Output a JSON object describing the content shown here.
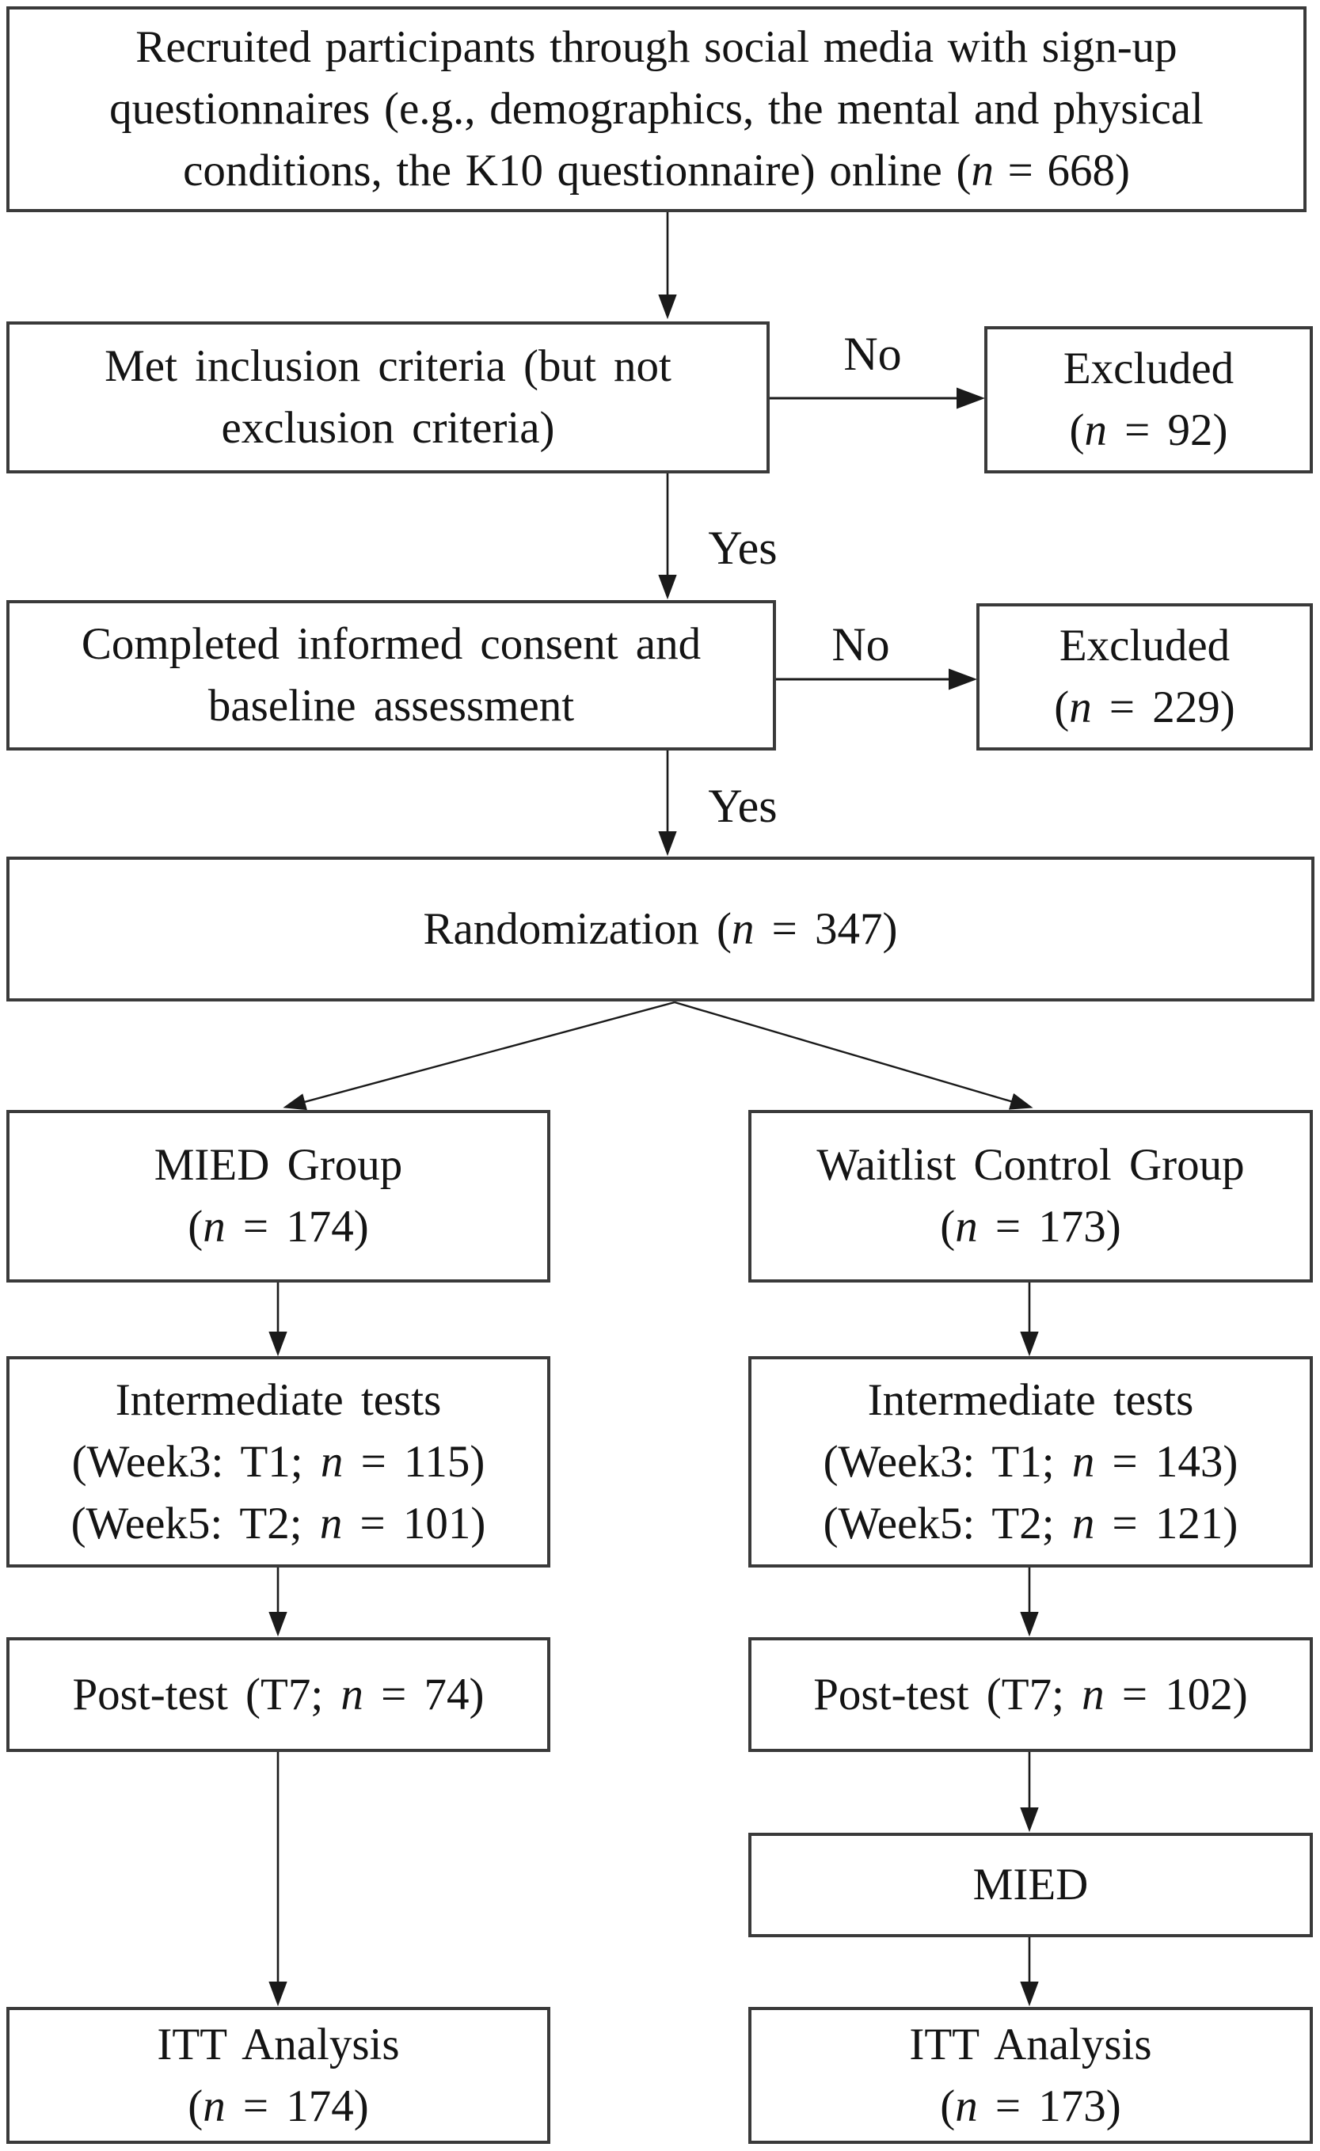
{
  "diagram": {
    "type": "consort-participant-flow",
    "colors": {
      "background": "#ffffff",
      "box_border": "#3a3a3a",
      "text": "#141414",
      "arrow": "#1a1a1a"
    },
    "nodes": {
      "recruited": {
        "lines": [
          "Recruited participants through social media with sign-up",
          "questionnaires (e.g., demographics, the mental and physical",
          "conditions, the K10 questionnaire) online (n = 668)"
        ]
      },
      "inclusion": {
        "lines": [
          "Met inclusion criteria (but not",
          "exclusion criteria)"
        ]
      },
      "excluded_screening": {
        "lines": [
          "Excluded",
          "(n = 92)"
        ]
      },
      "consent": {
        "lines": [
          "Completed informed consent and",
          "baseline assessment"
        ]
      },
      "excluded_baseline": {
        "lines": [
          "Excluded",
          "(n = 229)"
        ]
      },
      "randomization": {
        "lines": [
          "Randomization (n = 347)"
        ]
      },
      "mied_group": {
        "lines": [
          "MIED Group",
          "(n = 174)"
        ]
      },
      "waitlist_group": {
        "lines": [
          "Waitlist Control Group",
          "(n = 173)"
        ]
      },
      "intermediate_mied": {
        "lines": [
          "Intermediate tests",
          "(Week3: T1; n = 115)",
          "(Week5: T2; n = 101)"
        ]
      },
      "intermediate_waitlist": {
        "lines": [
          "Intermediate tests",
          "(Week3: T1; n = 143)",
          "(Week5: T2; n = 121)"
        ]
      },
      "posttest_mied": {
        "lines": [
          "Post-test (T7; n = 74)"
        ]
      },
      "posttest_waitlist": {
        "lines": [
          "Post-test (T7; n = 102)"
        ]
      },
      "mied_intervention": {
        "lines": [
          "MIED"
        ]
      },
      "itt_mied": {
        "lines": [
          "ITT Analysis",
          "(n = 174)"
        ]
      },
      "itt_waitlist": {
        "lines": [
          "ITT Analysis",
          "(n = 173)"
        ]
      }
    },
    "edge_labels": {
      "no_screening": "No",
      "yes_screening": "Yes",
      "no_baseline": "No",
      "yes_baseline": "Yes"
    }
  }
}
